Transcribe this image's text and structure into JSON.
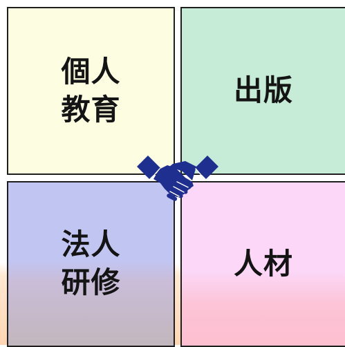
{
  "tiles": {
    "kojin": {
      "label": "個人\n教育"
    },
    "shuppan": {
      "label": "出版"
    },
    "hojin": {
      "label": "法人\n研修"
    },
    "jinzai": {
      "label": "人材"
    }
  },
  "icons": {
    "center": "handshake-icon"
  },
  "colors": {
    "kojin_bg": "#fdfde2",
    "shuppan_bg": "#c6ebd6",
    "hojin_bg": "#c1c5f2",
    "jinzai_bg": "#fcd7f7",
    "icon": "#1f2f8f"
  }
}
